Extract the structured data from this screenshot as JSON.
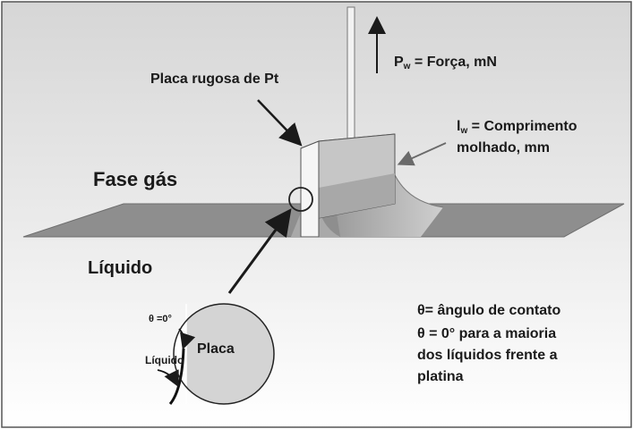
{
  "labels": {
    "plate": "Placa rugosa de Pt",
    "force_symbol": "P",
    "force_sub": "w",
    "force_text": " = Força, mN",
    "length_symbol": "l",
    "length_sub": "w",
    "length_text_1": " = Comprimento",
    "length_text_2": "molhado, mm",
    "gas_phase": "Fase gás",
    "liquid": "Líquido",
    "theta_def": "θ= ângulo de contato",
    "theta_note_1": "θ = 0° para a maioria",
    "theta_note_2": "dos líquidos frente a",
    "theta_note_3": "platina"
  },
  "inset": {
    "angle": "θ =0°",
    "liquid": "Líquido",
    "plate": "Placa"
  },
  "colors": {
    "background_top": "#dcdcdc",
    "background_bottom": "#ffffff",
    "liquid_surface": "#8a8a8a",
    "plate_face": "#f4f4f4",
    "meniscus": "#b0b0b0",
    "arrow": "#1a1a1a",
    "text": "#1a1a1a"
  }
}
